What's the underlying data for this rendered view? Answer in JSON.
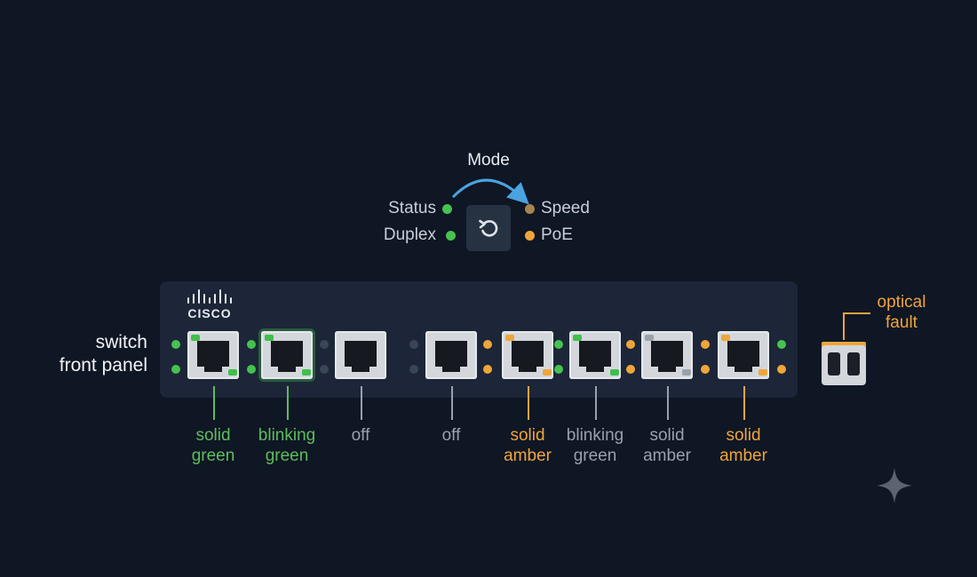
{
  "mode": {
    "title": "Mode",
    "left_labels": [
      "Status",
      "Duplex"
    ],
    "right_labels": [
      "Speed",
      "PoE"
    ],
    "left_dot_colors": [
      "#45c24f",
      "#45c24f"
    ],
    "right_dot_colors": [
      "#a8834f",
      "#f0a53a"
    ],
    "button_icon": "refresh-icon"
  },
  "panel": {
    "label_line1": "switch",
    "label_line2": "front panel",
    "logo": "cisco"
  },
  "ports": [
    {
      "state": "solid green",
      "line1": "solid",
      "line2": "green",
      "label_color": "#5bbf5b",
      "link_color": "#3ec04a",
      "led_color": "#45c24f"
    },
    {
      "state": "blinking green",
      "line1": "blinking",
      "line2": "green",
      "label_color": "#5bbf5b",
      "link_color": "#3ec04a",
      "led_color": "#45c24f"
    },
    {
      "state": "off",
      "line1": "off",
      "line2": "",
      "label_color": "#9aa1ab",
      "link_color": "",
      "led_color": "#3a4556"
    },
    {
      "state": "off",
      "line1": "off",
      "line2": "",
      "label_color": "#9aa1ab",
      "link_color": "",
      "led_color": "#3a4556"
    },
    {
      "state": "solid amber",
      "line1": "solid",
      "line2": "amber",
      "label_color": "#f0a53a",
      "link_color": "#f0a53a",
      "led_color": "#f0a53a"
    },
    {
      "state": "blinking green",
      "line1": "blinking",
      "line2": "green",
      "label_color": "#9aa1ab",
      "link_color": "#3ec04a",
      "led_color": "#45c24f"
    },
    {
      "state": "solid amber",
      "line1": "solid",
      "line2": "amber",
      "label_color": "#9aa1ab",
      "link_color": "#9aa1ab",
      "led_color": "#f0a53a"
    },
    {
      "state": "solid amber",
      "line1": "solid",
      "line2": "amber",
      "label_color": "#f0a53a",
      "link_color": "#f0a53a",
      "led_color": "#f0a53a"
    }
  ],
  "optical": {
    "line1": "optical",
    "line2": "fault",
    "color": "#f0a53a"
  }
}
